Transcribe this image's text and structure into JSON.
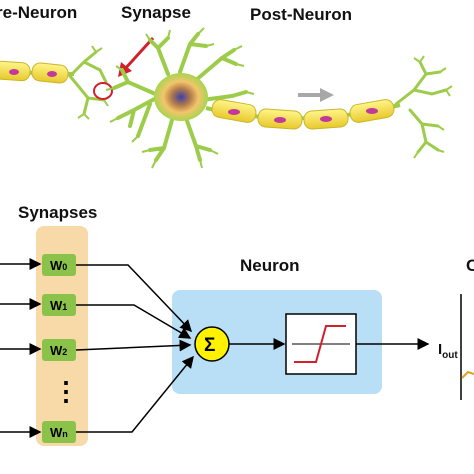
{
  "labels": {
    "pre_neuron": "re-Neuron",
    "synapse": "Synapse",
    "post_neuron": "Post-Neuron",
    "synapses_header": "Synapses",
    "neuron_header": "Neuron",
    "sum_symbol": "Σ",
    "iout_label": "I",
    "iout_sub": "out",
    "cut_letter": "C"
  },
  "weights": [
    {
      "base": "W",
      "sub": "0"
    },
    {
      "base": "W",
      "sub": "1"
    },
    {
      "base": "W",
      "sub": "2"
    },
    {
      "base": "W",
      "sub": "n"
    }
  ],
  "ellipsis": "⋮",
  "colors": {
    "myelin": "#f2e04a",
    "myelin_edge": "#c9b62a",
    "nucleus_spot": "#c0399b",
    "dendrite": "#9ccc4a",
    "soma_core": "#4a4fb0",
    "synapse_arrow": "#d0202a",
    "direction_arrow": "#a8a8a8",
    "synapse_bar": "#f8d9a8",
    "weight_box": "#8bc34a",
    "neuron_box": "#b8dff5",
    "sum_node": "#fff200",
    "activation_line": "#d0202a"
  }
}
